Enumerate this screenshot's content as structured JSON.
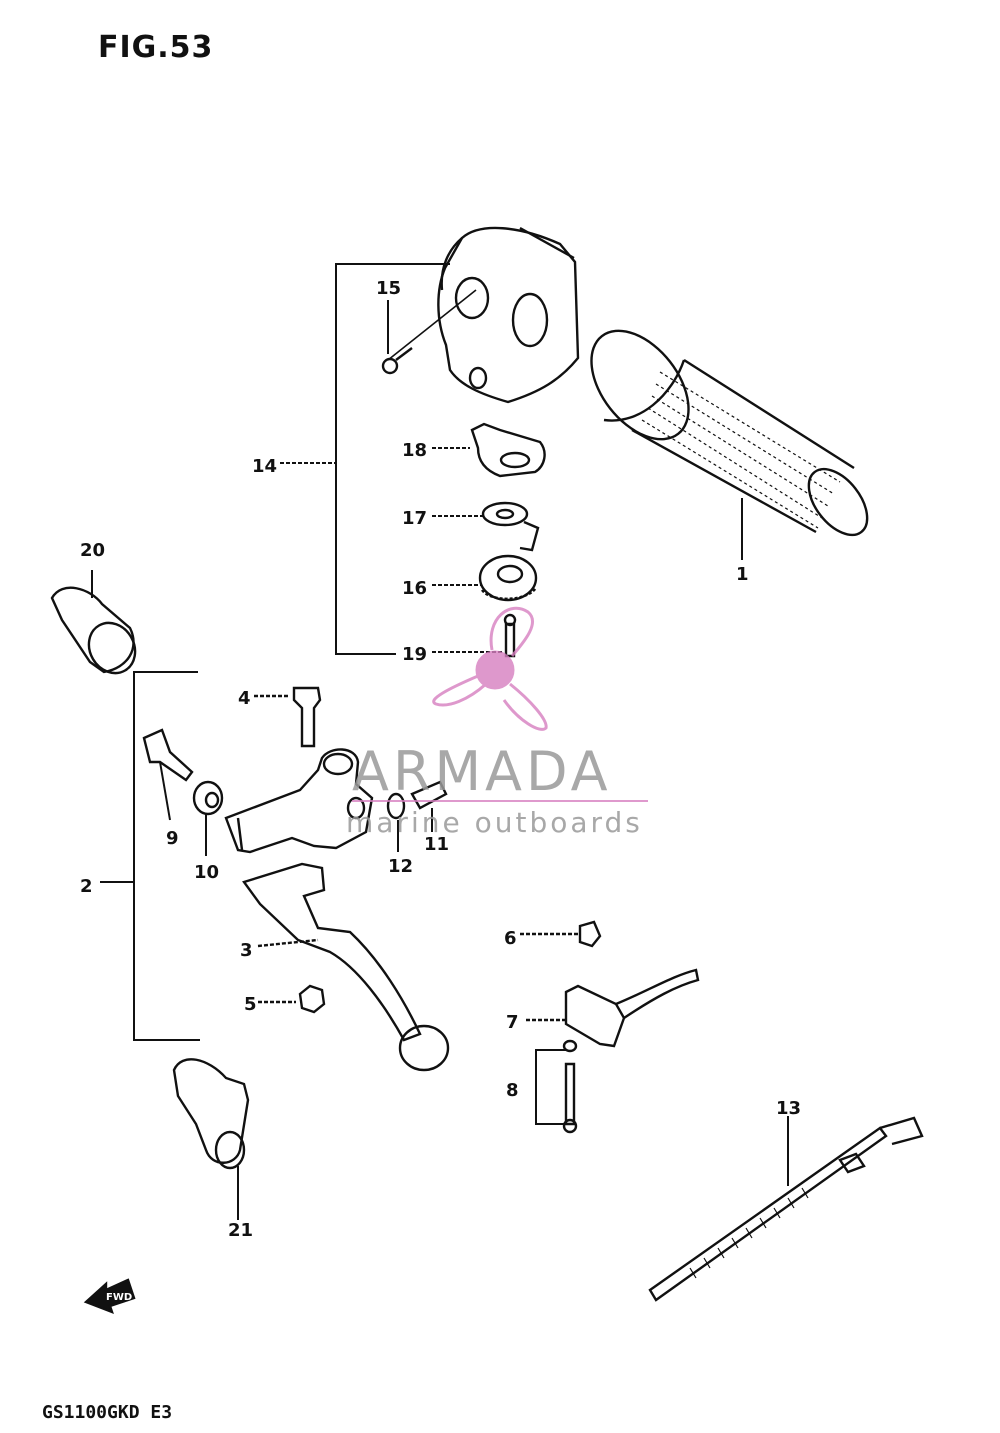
{
  "figure": {
    "title": "FIG.53",
    "model": "GS1100GKD  E3",
    "forward_label": "FWD"
  },
  "watermark": {
    "brand": "ARMADA",
    "subtitle": "marine outboards",
    "accent_color": "#d77fc0"
  },
  "callouts": [
    "1",
    "2",
    "3",
    "4",
    "5",
    "6",
    "7",
    "8",
    "9",
    "10",
    "11",
    "12",
    "13",
    "14",
    "15",
    "16",
    "17",
    "18",
    "19",
    "20",
    "21"
  ],
  "colors": {
    "ink": "#111111",
    "paper": "#ffffff",
    "watermark_gray": "#9a9a9a"
  }
}
